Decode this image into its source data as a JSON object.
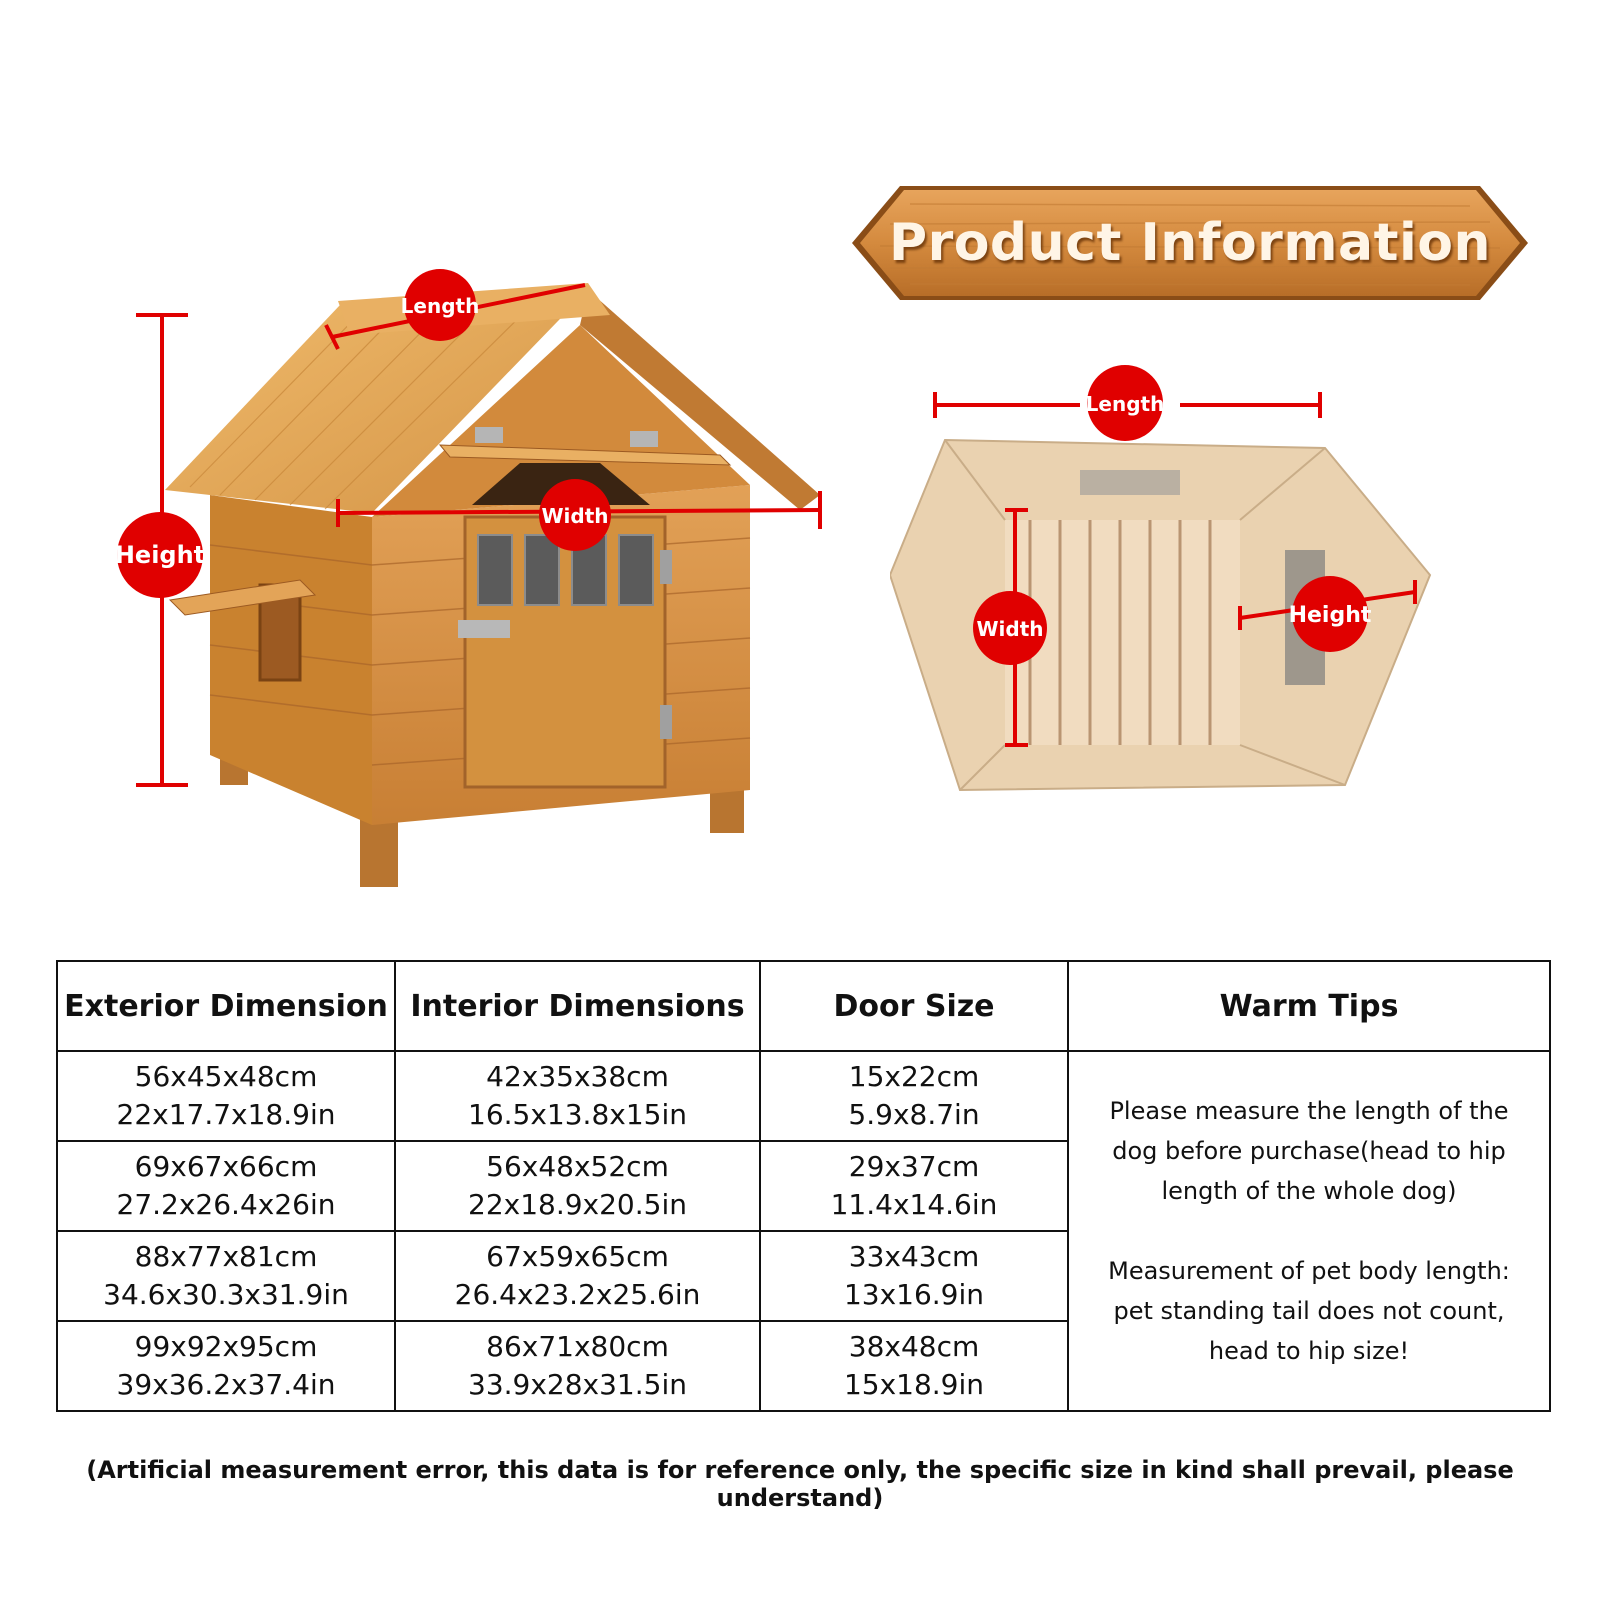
{
  "banner": {
    "title": "Product Information"
  },
  "kennel_photo": {
    "labels": {
      "length": "Length",
      "width": "Width",
      "height": "Height"
    }
  },
  "interior_photo": {
    "labels": {
      "length": "Length",
      "width": "Width",
      "height": "Height"
    }
  },
  "table": {
    "headers": [
      "Exterior Dimension",
      "Interior Dimensions",
      "Door Size",
      "Warm Tips"
    ],
    "rows": [
      {
        "exterior": [
          "56x45x48cm",
          "22x17.7x18.9in"
        ],
        "interior": [
          "42x35x38cm",
          "16.5x13.8x15in"
        ],
        "door": [
          "15x22cm",
          "5.9x8.7in"
        ]
      },
      {
        "exterior": [
          "69x67x66cm",
          "27.2x26.4x26in"
        ],
        "interior": [
          "56x48x52cm",
          "22x18.9x20.5in"
        ],
        "door": [
          "29x37cm",
          "11.4x14.6in"
        ]
      },
      {
        "exterior": [
          "88x77x81cm",
          "34.6x30.3x31.9in"
        ],
        "interior": [
          "67x59x65cm",
          "26.4x23.2x25.6in"
        ],
        "door": [
          "33x43cm",
          "13x16.9in"
        ]
      },
      {
        "exterior": [
          "99x92x95cm",
          "39x36.2x37.4in"
        ],
        "interior": [
          "86x71x80cm",
          "33.9x28x31.5in"
        ],
        "door": [
          "38x48cm",
          "15x18.9in"
        ]
      }
    ],
    "warm_tips": [
      "Please measure the length of the dog before purchase(head to hip length of the whole dog)",
      "Measurement of pet body length: pet standing tail does not count, head to hip size!"
    ]
  },
  "disclaimer": "(Artificial measurement error, this data is for reference only, the specific size in kind shall prevail, please understand)",
  "colors": {
    "marker_red": "#e00000",
    "wood": "#d9933e",
    "wood_dark": "#b46a22",
    "interior_wood": "#e8cda8"
  }
}
